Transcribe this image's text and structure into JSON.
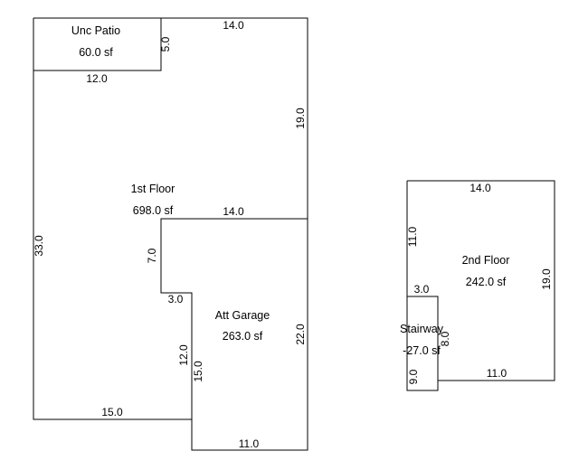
{
  "areas": {
    "unc_patio": {
      "name": "Unc Patio",
      "area": "60.0 sf"
    },
    "first_floor": {
      "name": "1st Floor",
      "area": "698.0 sf"
    },
    "att_garage": {
      "name": "Att Garage",
      "area": "263.0 sf"
    },
    "second_floor": {
      "name": "2nd  Floor",
      "area": "242.0 sf"
    },
    "stairway": {
      "name": "Stairway",
      "area": "-27.0 sf"
    }
  },
  "dimensions": {
    "first_floor_top": "14.0",
    "patio_side": "5.0",
    "patio_bottom": "12.0",
    "first_floor_right": "19.0",
    "first_floor_left": "33.0",
    "garage_top": "14.0",
    "garage_notch_side": "7.0",
    "garage_notch_top": "3.0",
    "garage_inner_side": "12.0",
    "garage_lower_side": "15.0",
    "garage_right": "22.0",
    "first_floor_bottom": "15.0",
    "garage_bottom": "11.0",
    "second_floor_top": "14.0",
    "second_floor_left": "11.0",
    "second_floor_right": "19.0",
    "stair_top": "3.0",
    "stair_right": "8.0",
    "stair_left": "9.0",
    "second_floor_bottom": "11.0"
  }
}
